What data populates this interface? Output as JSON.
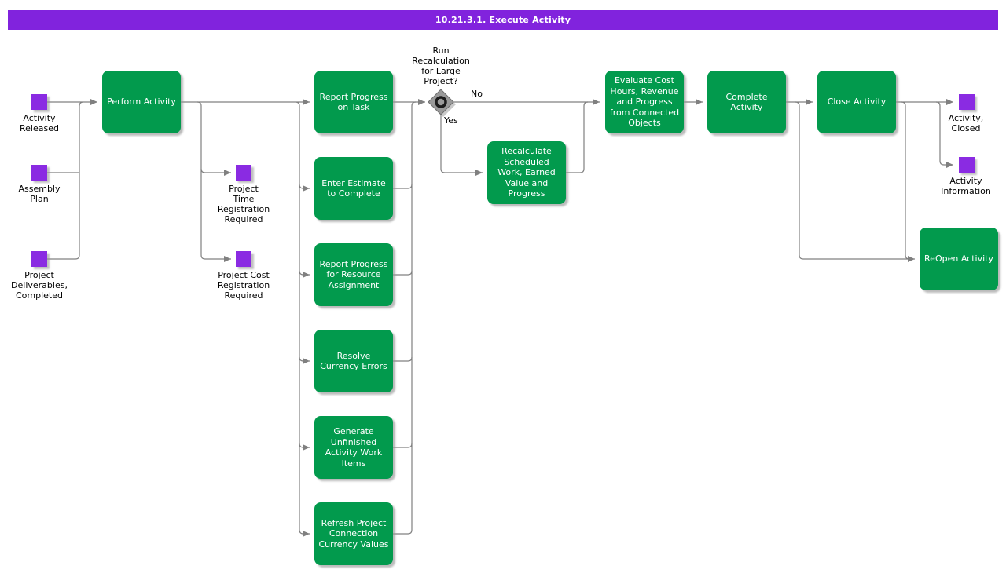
{
  "title": "10.21.3.1. Execute Activity",
  "colors": {
    "task_green": "#029A4D",
    "event_purple": "#8A2BE2",
    "title_bar_purple": "#8123DD",
    "connector_gray": "#808080",
    "gateway_gray": "#9A9A9A"
  },
  "tasks": {
    "perform_activity": {
      "label": "Perform Activity"
    },
    "report_progress_task": {
      "label": "Report Progress\non Task"
    },
    "enter_estimate": {
      "label": "Enter Estimate\nto Complete"
    },
    "report_progress_resource": {
      "label": "Report Progress\nfor Resource\nAssignment"
    },
    "resolve_currency": {
      "label": "Resolve\nCurrency Errors"
    },
    "generate_items": {
      "label": "Generate\nUnfinished\nActivity Work\nItems"
    },
    "refresh_currency": {
      "label": "Refresh Project\nConnection\nCurrency Values"
    },
    "recalculate": {
      "label": "Recalculate\nScheduled\nWork, Earned\nValue and\nProgress"
    },
    "evaluate": {
      "label": "Evaluate Cost\nHours, Revenue\nand Progress\nfrom Connected\nObjects"
    },
    "complete": {
      "label": "Complete\nActivity"
    },
    "close": {
      "label": "Close Activity"
    },
    "reopen": {
      "label": "ReOpen Activity"
    }
  },
  "events": {
    "activity_released": {
      "label": "Activity\nReleased"
    },
    "assembly_plan": {
      "label": "Assembly\nPlan"
    },
    "project_deliverables": {
      "label": "Project\nDeliverables,\nCompleted"
    },
    "time_registration": {
      "label": "Project\nTime\nRegistration\nRequired"
    },
    "cost_registration": {
      "label": "Project Cost\nRegistration\nRequired"
    },
    "activity_closed": {
      "label": "Activity,\nClosed"
    },
    "activity_information": {
      "label": "Activity\nInformation"
    }
  },
  "gateway": {
    "question": "Run\nRecalculation\nfor Large\nProject?",
    "no_label": "No",
    "yes_label": "Yes"
  }
}
